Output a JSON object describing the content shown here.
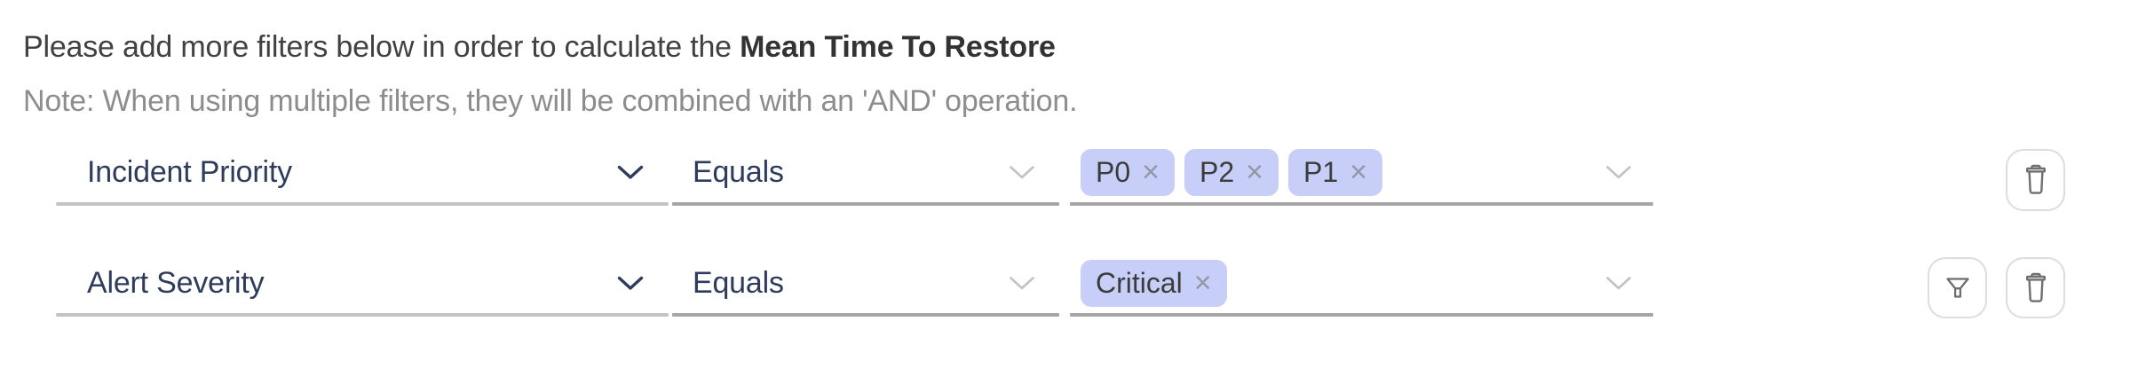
{
  "heading": {
    "text": "Please add more filters below in order to calculate the ",
    "bold": "Mean Time To Restore"
  },
  "note": "Note: When using multiple filters, they will be combined with an 'AND' operation.",
  "glyphs": {
    "remove_chip": "×"
  },
  "icons": {
    "field_dropdown": "chevron-down-icon",
    "operator_dropdown": "chevron-down-icon",
    "values_dropdown": "chevron-down-icon",
    "delete_row": "trash-icon",
    "apply_filter": "funnel-icon"
  },
  "colors": {
    "chip_background": "#c7cef7",
    "select_text": "#2e3c5c",
    "heading_text": "#414141",
    "note_text": "#8d8d8d",
    "underline": "#a6a6a6",
    "button_border": "#dddddd",
    "button_icon": "#6f6f6f"
  },
  "rows": [
    {
      "field": "Incident Priority",
      "operator": "Equals",
      "values": [
        "P0",
        "P2",
        "P1"
      ],
      "actions": [
        "delete"
      ]
    },
    {
      "field": "Alert Severity",
      "operator": "Equals",
      "values": [
        "Critical"
      ],
      "actions": [
        "filter",
        "delete"
      ]
    }
  ]
}
